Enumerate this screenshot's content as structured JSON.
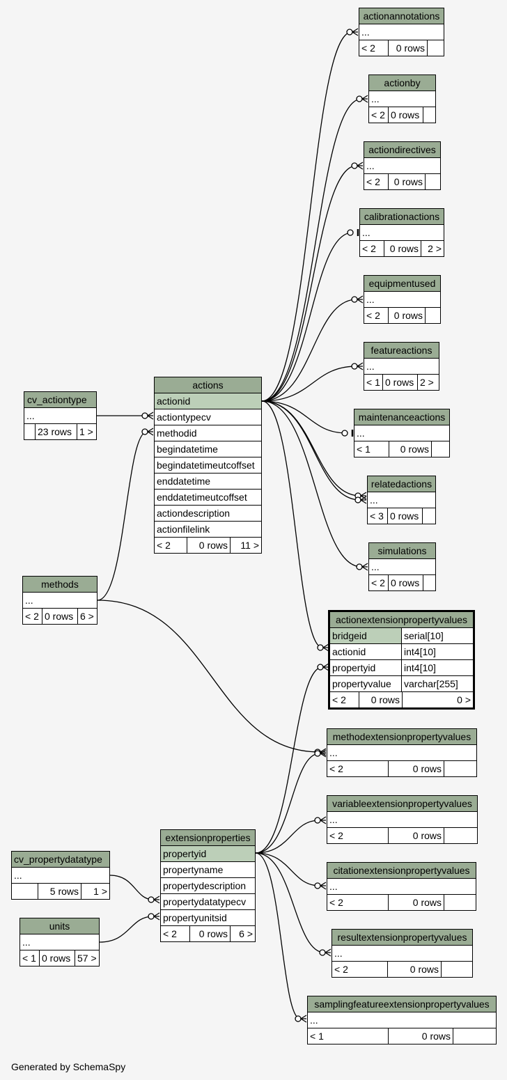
{
  "footer": "Generated by SchemaSpy",
  "tables": {
    "actionannotations": {
      "title": "actionannotations",
      "rows": [
        "..."
      ],
      "foot": [
        "< 2",
        "0 rows",
        ""
      ]
    },
    "actionby": {
      "title": "actionby",
      "rows": [
        "..."
      ],
      "foot": [
        "< 2",
        "0 rows",
        ""
      ]
    },
    "actiondirectives": {
      "title": "actiondirectives",
      "rows": [
        "..."
      ],
      "foot": [
        "< 2",
        "0 rows",
        ""
      ]
    },
    "calibrationactions": {
      "title": "calibrationactions",
      "rows": [
        "..."
      ],
      "foot": [
        "< 2",
        "0 rows",
        "2 >"
      ]
    },
    "equipmentused": {
      "title": "equipmentused",
      "rows": [
        "..."
      ],
      "foot": [
        "< 2",
        "0 rows",
        ""
      ]
    },
    "featureactions": {
      "title": "featureactions",
      "rows": [
        "..."
      ],
      "foot": [
        "< 1",
        "0 rows",
        "2 >"
      ]
    },
    "maintenanceactions": {
      "title": "maintenanceactions",
      "rows": [
        "..."
      ],
      "foot": [
        "< 1",
        "0 rows",
        ""
      ]
    },
    "relatedactions": {
      "title": "relatedactions",
      "rows": [
        "..."
      ],
      "foot": [
        "< 3",
        "0 rows",
        ""
      ]
    },
    "simulations": {
      "title": "simulations",
      "rows": [
        "..."
      ],
      "foot": [
        "< 2",
        "0 rows",
        ""
      ]
    },
    "actions": {
      "title": "actions",
      "rows": [
        "actionid",
        "actiontypecv",
        "methodid",
        "begindatetime",
        "begindatetimeutcoffset",
        "enddatetime",
        "enddatetimeutcoffset",
        "actiondescription",
        "actionfilelink"
      ],
      "foot": [
        "< 2",
        "0 rows",
        "11 >"
      ]
    },
    "cv_actiontype": {
      "title": "cv_actiontype",
      "rows": [
        "..."
      ],
      "foot": [
        "",
        "23 rows",
        "1 >"
      ]
    },
    "methods": {
      "title": "methods",
      "rows": [
        "..."
      ],
      "foot": [
        "< 2",
        "0 rows",
        "6 >"
      ]
    },
    "actionextensionpropertyvalues": {
      "title": "actionextensionpropertyvalues",
      "rows": [
        {
          "name": "bridgeid",
          "type": "serial[10]"
        },
        {
          "name": "actionid",
          "type": "int4[10]"
        },
        {
          "name": "propertyid",
          "type": "int4[10]"
        },
        {
          "name": "propertyvalue",
          "type": "varchar[255]"
        }
      ],
      "foot": [
        "< 2",
        "0 rows",
        "0 >"
      ]
    },
    "methodextensionpropertyvalues": {
      "title": "methodextensionpropertyvalues",
      "rows": [
        "..."
      ],
      "foot": [
        "< 2",
        "0 rows",
        ""
      ]
    },
    "variableextensionpropertyvalues": {
      "title": "variableextensionpropertyvalues",
      "rows": [
        "..."
      ],
      "foot": [
        "< 2",
        "0 rows",
        ""
      ]
    },
    "citationextensionpropertyvalues": {
      "title": "citationextensionpropertyvalues",
      "rows": [
        "..."
      ],
      "foot": [
        "< 2",
        "0 rows",
        ""
      ]
    },
    "resultextensionpropertyvalues": {
      "title": "resultextensionpropertyvalues",
      "rows": [
        "..."
      ],
      "foot": [
        "< 2",
        "0 rows",
        ""
      ]
    },
    "samplingfeatureextensionpropertyvalues": {
      "title": "samplingfeatureextensionpropertyvalues",
      "rows": [
        "..."
      ],
      "foot": [
        "< 1",
        "0 rows",
        ""
      ]
    },
    "extensionproperties": {
      "title": "extensionproperties",
      "rows": [
        "propertyid",
        "propertyname",
        "propertydescription",
        "propertydatatypecv",
        "propertyunitsid"
      ],
      "foot": [
        "< 2",
        "0 rows",
        "6 >"
      ]
    },
    "cv_propertydatatype": {
      "title": "cv_propertydatatype",
      "rows": [
        "..."
      ],
      "foot": [
        "",
        "5 rows",
        "1 >"
      ]
    },
    "units": {
      "title": "units",
      "rows": [
        "..."
      ],
      "foot": [
        "< 1",
        "0 rows",
        "57 >"
      ]
    }
  }
}
